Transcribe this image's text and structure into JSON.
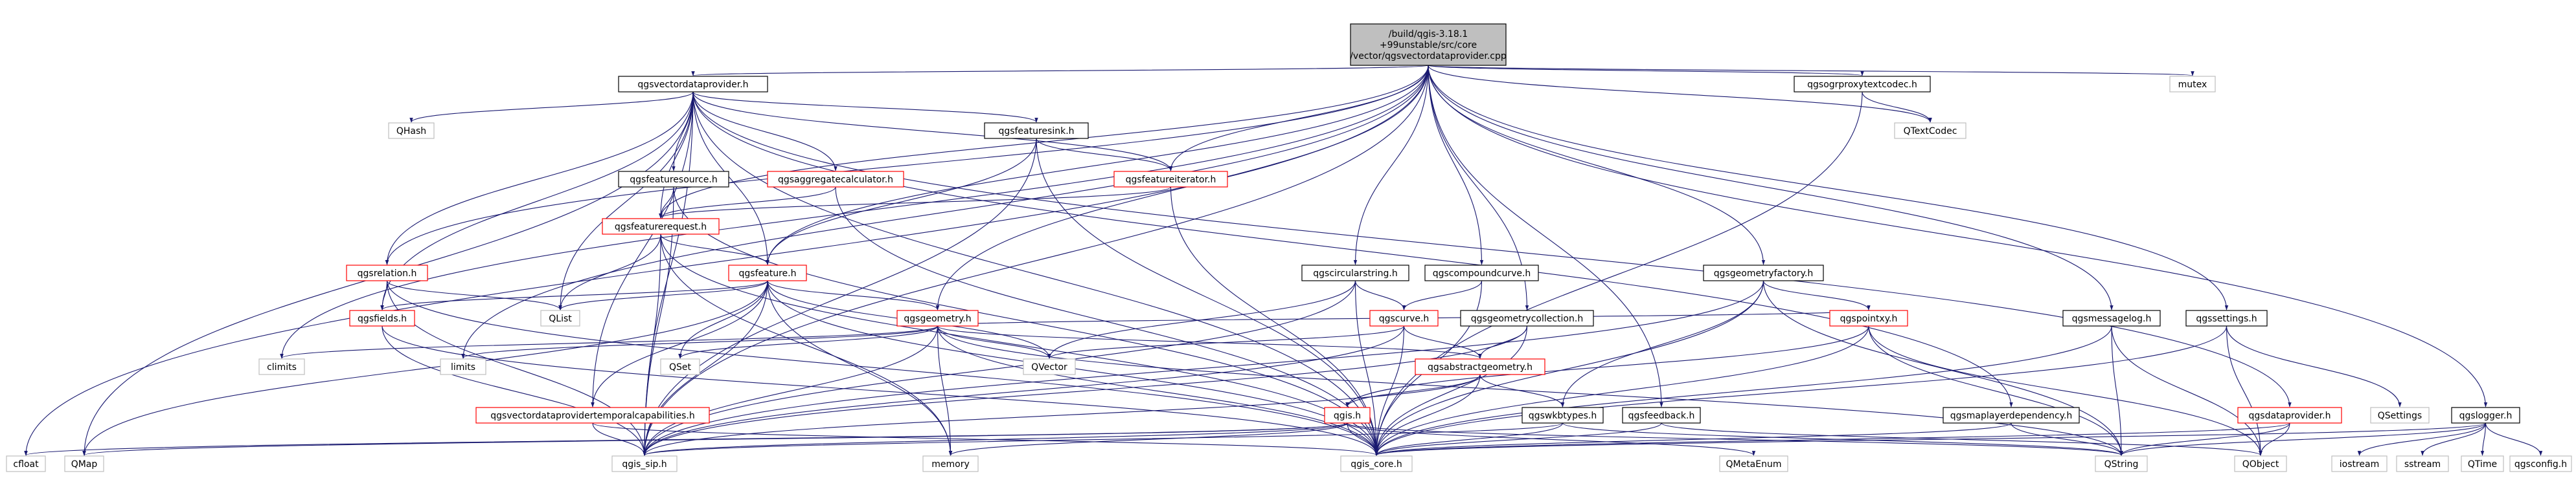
{
  "colors": {
    "edge": "#191970",
    "root_fill": "#bfbfbf",
    "root_border": "#000000",
    "node_fill": "#ffffff",
    "documented_border": "#000000",
    "linked_border": "#ff0000",
    "external_border": "#bfbfbf"
  },
  "root": {
    "id": "root",
    "lines": [
      "/build/qgis-3.18.1",
      "+99unstable/src/core",
      "/vector/qgsvectordataprovider.cpp"
    ]
  },
  "nodes": [
    {
      "id": "qgsvectordataprovider_h",
      "label": "qgsvectordataprovider.h",
      "style": "documented"
    },
    {
      "id": "qgsogrproxytextcodec_h",
      "label": "qgsogrproxytextcodec.h",
      "style": "documented"
    },
    {
      "id": "mutex",
      "label": "mutex",
      "style": "external"
    },
    {
      "id": "QHash",
      "label": "QHash",
      "style": "external"
    },
    {
      "id": "qgsfeaturesink_h",
      "label": "qgsfeaturesink.h",
      "style": "documented"
    },
    {
      "id": "QTextCodec",
      "label": "QTextCodec",
      "style": "external"
    },
    {
      "id": "qgsfeaturesource_h",
      "label": "qgsfeaturesource.h",
      "style": "documented"
    },
    {
      "id": "qgsaggregatecalculator_h",
      "label": "qgsaggregatecalculator.h",
      "style": "linked"
    },
    {
      "id": "qgsfeatureiterator_h",
      "label": "qgsfeatureiterator.h",
      "style": "linked"
    },
    {
      "id": "qgsfeaturerequest_h",
      "label": "qgsfeaturerequest.h",
      "style": "linked"
    },
    {
      "id": "qgsrelation_h",
      "label": "qgsrelation.h",
      "style": "linked"
    },
    {
      "id": "qgsfeature_h",
      "label": "qgsfeature.h",
      "style": "linked"
    },
    {
      "id": "qgscircularstring_h",
      "label": "qgscircularstring.h",
      "style": "documented"
    },
    {
      "id": "qgscompoundcurve_h",
      "label": "qgscompoundcurve.h",
      "style": "documented"
    },
    {
      "id": "qgsgeometryfactory_h",
      "label": "qgsgeometryfactory.h",
      "style": "documented"
    },
    {
      "id": "qgsfields_h",
      "label": "qgsfields.h",
      "style": "linked"
    },
    {
      "id": "QList",
      "label": "QList",
      "style": "external"
    },
    {
      "id": "qgsgeometry_h",
      "label": "qgsgeometry.h",
      "style": "linked"
    },
    {
      "id": "qgscurve_h",
      "label": "qgscurve.h",
      "style": "linked"
    },
    {
      "id": "qgsgeometrycollection_h",
      "label": "qgsgeometrycollection.h",
      "style": "documented"
    },
    {
      "id": "qgspointxy_h",
      "label": "qgspointxy.h",
      "style": "linked"
    },
    {
      "id": "qgsmessagelog_h",
      "label": "qgsmessagelog.h",
      "style": "documented"
    },
    {
      "id": "qgssettings_h",
      "label": "qgssettings.h",
      "style": "documented"
    },
    {
      "id": "climits",
      "label": "climits",
      "style": "external"
    },
    {
      "id": "limits",
      "label": "limits",
      "style": "external"
    },
    {
      "id": "QSet",
      "label": "QSet",
      "style": "external"
    },
    {
      "id": "QVector",
      "label": "QVector",
      "style": "external"
    },
    {
      "id": "qgsabstractgeometry_h",
      "label": "qgsabstractgeometry.h",
      "style": "linked"
    },
    {
      "id": "qgsvectordataprovidertemporalcapabilities_h",
      "label": "qgsvectordataprovidertemporalcapabilities.h",
      "style": "linked"
    },
    {
      "id": "qgis_h",
      "label": "qgis.h",
      "style": "linked"
    },
    {
      "id": "qgswkbtypes_h",
      "label": "qgswkbtypes.h",
      "style": "documented"
    },
    {
      "id": "qgsfeedback_h",
      "label": "qgsfeedback.h",
      "style": "documented"
    },
    {
      "id": "qgsmaplayerdependency_h",
      "label": "qgsmaplayerdependency.h",
      "style": "documented"
    },
    {
      "id": "qgsdataprovider_h",
      "label": "qgsdataprovider.h",
      "style": "linked"
    },
    {
      "id": "QSettings",
      "label": "QSettings",
      "style": "external"
    },
    {
      "id": "qgslogger_h",
      "label": "qgslogger.h",
      "style": "documented"
    },
    {
      "id": "cfloat",
      "label": "cfloat",
      "style": "external"
    },
    {
      "id": "QMap",
      "label": "QMap",
      "style": "external"
    },
    {
      "id": "qgis_sip_h",
      "label": "qgis_sip.h",
      "style": "external"
    },
    {
      "id": "memory",
      "label": "memory",
      "style": "external"
    },
    {
      "id": "qgis_core_h",
      "label": "qgis_core.h",
      "style": "external"
    },
    {
      "id": "QMetaEnum",
      "label": "QMetaEnum",
      "style": "external"
    },
    {
      "id": "QString",
      "label": "QString",
      "style": "external"
    },
    {
      "id": "QObject",
      "label": "QObject",
      "style": "external"
    },
    {
      "id": "iostream",
      "label": "iostream",
      "style": "external"
    },
    {
      "id": "sstream",
      "label": "sstream",
      "style": "external"
    },
    {
      "id": "QTime",
      "label": "QTime",
      "style": "external"
    },
    {
      "id": "qgsconfig_h",
      "label": "qgsconfig.h",
      "style": "external"
    }
  ],
  "edges": [
    [
      "root",
      "qgsvectordataprovider_h"
    ],
    [
      "root",
      "qgsogrproxytextcodec_h"
    ],
    [
      "root",
      "mutex"
    ],
    [
      "root",
      "QTextCodec"
    ],
    [
      "root",
      "qgsfeatureiterator_h"
    ],
    [
      "root",
      "qgsfeaturerequest_h"
    ],
    [
      "root",
      "qgsfeature_h"
    ],
    [
      "root",
      "qgscircularstring_h"
    ],
    [
      "root",
      "qgscompoundcurve_h"
    ],
    [
      "root",
      "qgsgeometryfactory_h"
    ],
    [
      "root",
      "qgsgeometry_h"
    ],
    [
      "root",
      "qgsgeometrycollection_h"
    ],
    [
      "root",
      "qgsmessagelog_h"
    ],
    [
      "root",
      "qgssettings_h"
    ],
    [
      "root",
      "qgslogger_h"
    ],
    [
      "root",
      "climits"
    ],
    [
      "root",
      "limits"
    ],
    [
      "root",
      "cfloat"
    ],
    [
      "root",
      "qgsfeedback_h"
    ],
    [
      "root",
      "qgsrelation_h"
    ],
    [
      "root",
      "qgis_sip_h"
    ],
    [
      "qgsvectordataprovider_h",
      "QHash"
    ],
    [
      "qgsvectordataprovider_h",
      "qgsfeaturesink_h"
    ],
    [
      "qgsvectordataprovider_h",
      "qgsfeaturesource_h"
    ],
    [
      "qgsvectordataprovider_h",
      "qgsaggregatecalculator_h"
    ],
    [
      "qgsvectordataprovider_h",
      "qgsfeaturerequest_h"
    ],
    [
      "qgsvectordataprovider_h",
      "qgsrelation_h"
    ],
    [
      "qgsvectordataprovider_h",
      "qgsfeature_h"
    ],
    [
      "qgsvectordataprovider_h",
      "QList"
    ],
    [
      "qgsvectordataprovider_h",
      "qgsfields_h"
    ],
    [
      "qgsvectordataprovider_h",
      "QMap"
    ],
    [
      "qgsvectordataprovider_h",
      "qgis_sip_h"
    ],
    [
      "qgsvectordataprovider_h",
      "qgis_core_h"
    ],
    [
      "qgsvectordataprovider_h",
      "qgsvectordataprovidertemporalcapabilities_h"
    ],
    [
      "qgsvectordataprovider_h",
      "qgsdataprovider_h"
    ],
    [
      "qgsvectordataprovider_h",
      "qgsmaplayerdependency_h"
    ],
    [
      "qgsvectordataprovider_h",
      "qgsfeatureiterator_h"
    ],
    [
      "qgsogrproxytextcodec_h",
      "QTextCodec"
    ],
    [
      "qgsogrproxytextcodec_h",
      "qgis_core_h"
    ],
    [
      "qgsfeaturesink_h",
      "qgsfeatureiterator_h"
    ],
    [
      "qgsfeaturesink_h",
      "qgsfeature_h"
    ],
    [
      "qgsfeaturesink_h",
      "qgis_core_h"
    ],
    [
      "qgsfeaturesink_h",
      "qgis_sip_h"
    ],
    [
      "qgsfeaturesource_h",
      "qgsfeaturerequest_h"
    ],
    [
      "qgsfeaturesource_h",
      "qgis_core_h"
    ],
    [
      "qgsfeaturesource_h",
      "qgis_sip_h"
    ],
    [
      "qgsaggregatecalculator_h",
      "qgsfeaturerequest_h"
    ],
    [
      "qgsaggregatecalculator_h",
      "qgis_core_h"
    ],
    [
      "qgsfeatureiterator_h",
      "qgsfeaturerequest_h"
    ],
    [
      "qgsfeatureiterator_h",
      "qgis_core_h"
    ],
    [
      "qgsfeaturerequest_h",
      "qgsfeature_h"
    ],
    [
      "qgsfeaturerequest_h",
      "QList"
    ],
    [
      "qgsfeaturerequest_h",
      "memory"
    ],
    [
      "qgsfeaturerequest_h",
      "qgis_core_h"
    ],
    [
      "qgsfeaturerequest_h",
      "qgis_sip_h"
    ],
    [
      "qgsrelation_h",
      "QList"
    ],
    [
      "qgsrelation_h",
      "qgsfields_h"
    ],
    [
      "qgsrelation_h",
      "qgis_core_h"
    ],
    [
      "qgsrelation_h",
      "qgis_sip_h"
    ],
    [
      "qgsfeature_h",
      "qgsfields_h"
    ],
    [
      "qgsfeature_h",
      "qgsgeometry_h"
    ],
    [
      "qgsfeature_h",
      "QList"
    ],
    [
      "qgsfeature_h",
      "QSet"
    ],
    [
      "qgsfeature_h",
      "QVector"
    ],
    [
      "qgsfeature_h",
      "memory"
    ],
    [
      "qgsfeature_h",
      "qgis_core_h"
    ],
    [
      "qgsfeature_h",
      "qgis_sip_h"
    ],
    [
      "qgsfeature_h",
      "QMap"
    ],
    [
      "qgsfeature_h",
      "qgsvectordataprovidertemporalcapabilities_h"
    ],
    [
      "qgscircularstring_h",
      "qgscurve_h"
    ],
    [
      "qgscircularstring_h",
      "QVector"
    ],
    [
      "qgscircularstring_h",
      "qgis_core_h"
    ],
    [
      "qgscircularstring_h",
      "qgis_sip_h"
    ],
    [
      "qgscompoundcurve_h",
      "qgscurve_h"
    ],
    [
      "qgscompoundcurve_h",
      "qgis_core_h"
    ],
    [
      "qgsgeometryfactory_h",
      "qgspointxy_h"
    ],
    [
      "qgsgeometryfactory_h",
      "qgswkbtypes_h"
    ],
    [
      "qgsgeometryfactory_h",
      "qgis_core_h"
    ],
    [
      "qgsgeometryfactory_h",
      "qgis_sip_h"
    ],
    [
      "qgsgeometryfactory_h",
      "QString"
    ],
    [
      "qgsfields_h",
      "qgis_core_h"
    ],
    [
      "qgsfields_h",
      "qgis_sip_h"
    ],
    [
      "qgsgeometry_h",
      "QSet"
    ],
    [
      "qgsgeometry_h",
      "QVector"
    ],
    [
      "qgsgeometry_h",
      "climits"
    ],
    [
      "qgsgeometry_h",
      "limits"
    ],
    [
      "qgsgeometry_h",
      "memory"
    ],
    [
      "qgsgeometry_h",
      "qgis_core_h"
    ],
    [
      "qgsgeometry_h",
      "qgis_sip_h"
    ],
    [
      "qgsgeometry_h",
      "qgsabstractgeometry_h"
    ],
    [
      "qgsgeometry_h",
      "qgspointxy_h"
    ],
    [
      "qgsgeometry_h",
      "QString"
    ],
    [
      "qgscurve_h",
      "qgsabstractgeometry_h"
    ],
    [
      "qgscurve_h",
      "QVector"
    ],
    [
      "qgscurve_h",
      "qgis_core_h"
    ],
    [
      "qgscurve_h",
      "qgis_sip_h"
    ],
    [
      "qgsgeometrycollection_h",
      "qgsabstractgeometry_h"
    ],
    [
      "qgsgeometrycollection_h",
      "qgis_core_h"
    ],
    [
      "qgsgeometrycollection_h",
      "qgis_sip_h"
    ],
    [
      "qgspointxy_h",
      "qgis_h"
    ],
    [
      "qgspointxy_h",
      "qgis_core_h"
    ],
    [
      "qgspointxy_h",
      "QString"
    ],
    [
      "qgspointxy_h",
      "QObject"
    ],
    [
      "qgsabstractgeometry_h",
      "qgswkbtypes_h"
    ],
    [
      "qgsabstractgeometry_h",
      "qgis_h"
    ],
    [
      "qgsabstractgeometry_h",
      "qgis_core_h"
    ],
    [
      "qgsabstractgeometry_h",
      "qgis_sip_h"
    ],
    [
      "qgis_h",
      "QMetaEnum"
    ],
    [
      "qgis_h",
      "cfloat"
    ],
    [
      "qgis_h",
      "memory"
    ],
    [
      "qgis_h",
      "qgis_core_h"
    ],
    [
      "qgis_h",
      "qgis_sip_h"
    ],
    [
      "qgis_h",
      "QString"
    ],
    [
      "qgis_h",
      "QMap"
    ],
    [
      "qgswkbtypes_h",
      "qgis_core_h"
    ],
    [
      "qgswkbtypes_h",
      "qgis_sip_h"
    ],
    [
      "qgswkbtypes_h",
      "QString"
    ],
    [
      "qgsfeedback_h",
      "qgis_core_h"
    ],
    [
      "qgsfeedback_h",
      "QObject"
    ],
    [
      "qgsmaplayerdependency_h",
      "qgis_core_h"
    ],
    [
      "qgsmaplayerdependency_h",
      "QString"
    ],
    [
      "qgsdataprovider_h",
      "qgis_core_h"
    ],
    [
      "qgsdataprovider_h",
      "QString"
    ],
    [
      "qgsdataprovider_h",
      "QObject"
    ],
    [
      "qgsmessagelog_h",
      "qgis_core_h"
    ],
    [
      "qgsmessagelog_h",
      "QString"
    ],
    [
      "qgsmessagelog_h",
      "QObject"
    ],
    [
      "qgssettings_h",
      "QSettings"
    ],
    [
      "qgssettings_h",
      "qgis_core_h"
    ],
    [
      "qgssettings_h",
      "QObject"
    ],
    [
      "qgsvectordataprovidertemporalcapabilities_h",
      "qgis_core_h"
    ],
    [
      "qgsvectordataprovidertemporalcapabilities_h",
      "qgis_sip_h"
    ],
    [
      "qgslogger_h",
      "iostream"
    ],
    [
      "qgslogger_h",
      "sstream"
    ],
    [
      "qgslogger_h",
      "QTime"
    ],
    [
      "qgslogger_h",
      "qgsconfig_h"
    ],
    [
      "qgslogger_h",
      "qgis_core_h"
    ],
    [
      "qgslogger_h",
      "QString"
    ]
  ]
}
